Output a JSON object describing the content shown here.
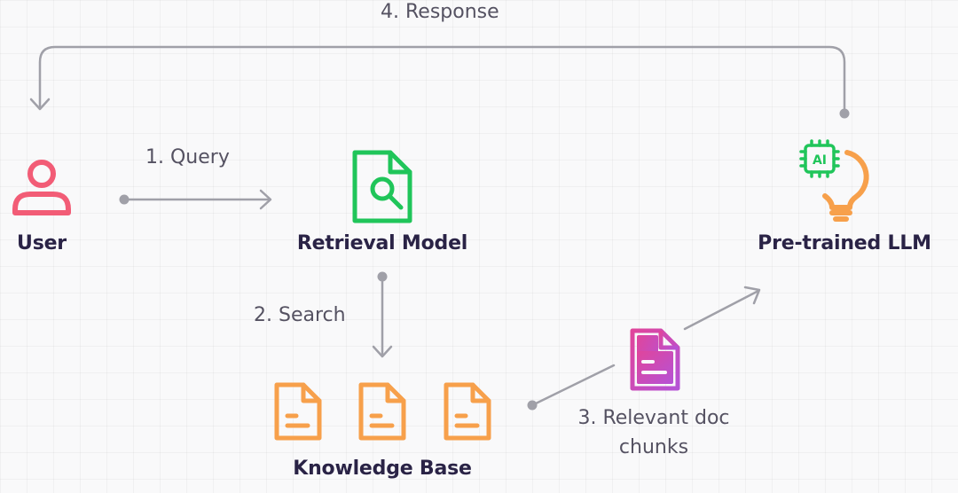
{
  "diagram": {
    "nodes": {
      "user": {
        "label": "User",
        "icon": "user-icon",
        "color": "#f25c76"
      },
      "retrieval_model": {
        "label": "Retrieval Model",
        "icon": "document-search-icon",
        "color": "#20c55a"
      },
      "llm": {
        "label": "Pre-trained LLM",
        "icon": "ai-lightbulb-icon",
        "chip_text": "AI",
        "chip_color": "#20c55a",
        "bulb_color": "#f7a04b"
      },
      "knowledge_base": {
        "label": "Knowledge Base",
        "icon": "document-icon",
        "color": "#f7a04b"
      },
      "doc_chunk": {
        "icon": "document-icon",
        "color": "#d64aa8"
      }
    },
    "edges": {
      "query": {
        "label": "1. Query"
      },
      "search": {
        "label": "2. Search"
      },
      "chunks": {
        "label_line1": "3. Relevant doc",
        "label_line2": "chunks"
      },
      "response": {
        "label": "4. Response"
      }
    },
    "line_color": "#a0a0a8"
  }
}
